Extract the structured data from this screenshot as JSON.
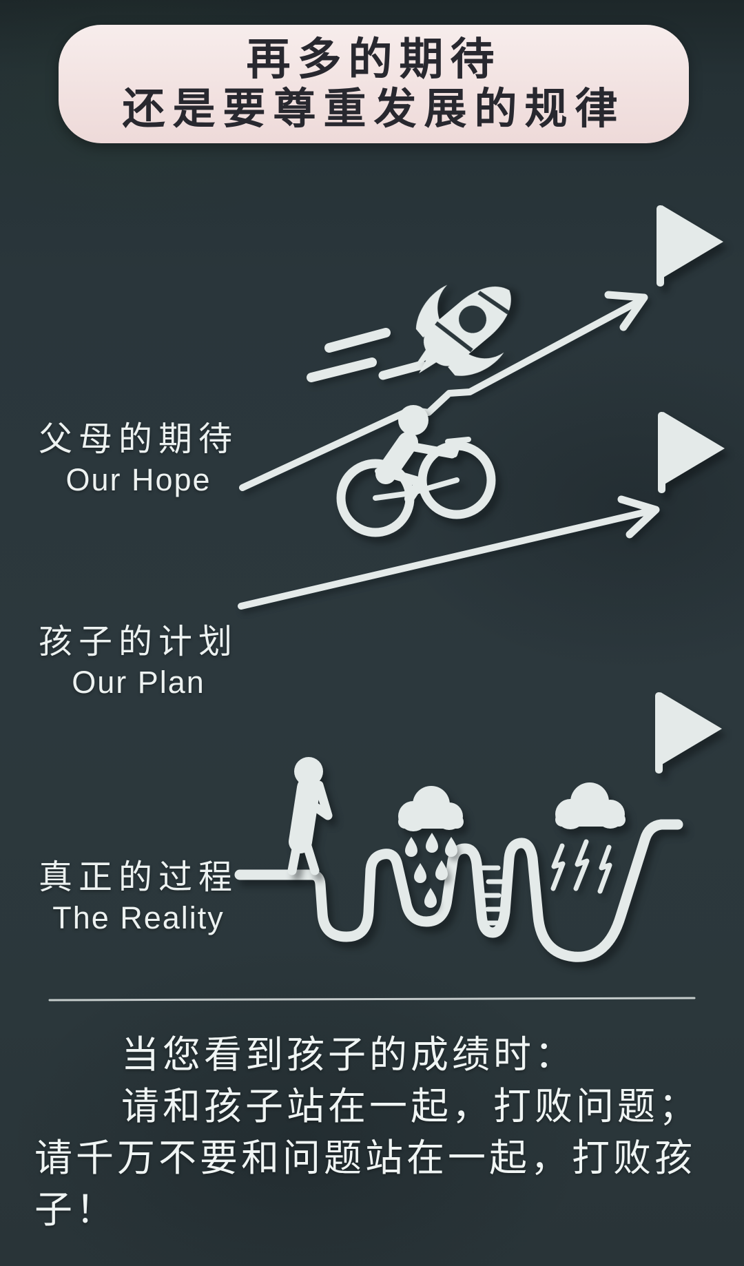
{
  "title": {
    "line1": "再多的期待",
    "line2": "还是要尊重发展的规律"
  },
  "sections": [
    {
      "id": "hope",
      "label_zh": "父母的期待",
      "label_en": "Our Hope",
      "icon": "rocket-icon",
      "goal_icon": "flag-icon",
      "path_style": "straight-rising-arrow"
    },
    {
      "id": "plan",
      "label_zh": "孩子的计划",
      "label_en": "Our Plan",
      "icon": "cyclist-icon",
      "goal_icon": "flag-icon",
      "path_style": "straight-rising-arrow"
    },
    {
      "id": "reality",
      "label_zh": "真正的过程",
      "label_en": "The Reality",
      "icon": "thinking-person-icon",
      "goal_icon": "flag-icon",
      "path_style": "bumpy-valley-path",
      "obstacle_icons": [
        "rain-cloud-icon",
        "raindrops-icon",
        "ladder-icon",
        "storm-cloud-icon",
        "lightning-icon"
      ]
    }
  ],
  "footer": {
    "line1": "当您看到孩子的成绩时：",
    "line2": "请和孩子站在一起，打败问题；",
    "line3": "请千万不要和问题站在一起，打败孩",
    "line4": "子！"
  },
  "colors": {
    "background": "#2a363b",
    "bubble": "#f2e2e1",
    "bubble_text": "#28282f",
    "graphic": "#e4eae9",
    "text": "#f0f5f4"
  }
}
